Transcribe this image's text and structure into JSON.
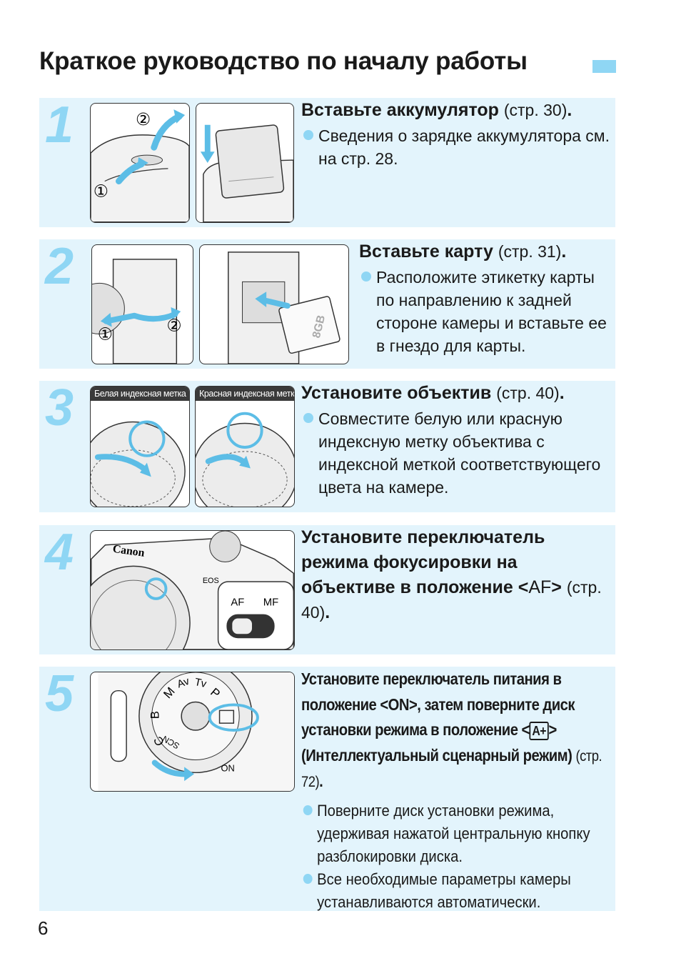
{
  "page": {
    "title": "Краткое руководство по началу работы",
    "number": "6"
  },
  "steps": [
    {
      "number": "1",
      "heading": "Вставьте аккумулятор",
      "ref": "(стр. 30)",
      "bullets": [
        "Сведения о зарядке аккумулятора см. на стр. 28."
      ],
      "photo_labels": [
        "②",
        "①"
      ]
    },
    {
      "number": "2",
      "heading": "Вставьте карту",
      "ref": "(стр. 31)",
      "bullets": [
        "Расположите этикетку карты по направлению к задней стороне камеры и вставьте ее в гнездо для карты."
      ],
      "photo_labels": [
        "①",
        "②",
        "8GB"
      ]
    },
    {
      "number": "3",
      "heading": "Установите объектив",
      "ref": "(стр. 40)",
      "bullets": [
        "Совместите белую или красную индексную метку объектива с индексной меткой соответствующего цвета на камере."
      ],
      "photo_captions": [
        "Белая индексная метка",
        "Красная индексная метка"
      ]
    },
    {
      "number": "4",
      "heading": "Установите переключатель режима фокусировки на объективе в положение <",
      "heading_symbol": "AF",
      "heading_end": ">",
      "ref": "(стр. 40)",
      "photo_labels": [
        "Canon",
        "EOS",
        "AF",
        "MF"
      ]
    },
    {
      "number": "5",
      "heading": "Установите переключатель питания в положение <ON>, затем поверните диск установки режима в положение <",
      "heading_symbol": "A+",
      "heading_end": "> (Интеллектуальный сценарный режим)",
      "ref": "(стр. 72)",
      "bullets": [
        "Поверните диск установки режима, удерживая нажатой центральную кнопку разблокировки диска.",
        "Все необходимые параметры камеры устанавливаются автоматически."
      ],
      "photo_labels": [
        "M",
        "Av",
        "Tv",
        "P",
        "B",
        "C",
        "SCN",
        "ON"
      ]
    }
  ],
  "colors": {
    "accent": "#8fd6f4",
    "panel": "#e3f4fc",
    "text": "#1a1a1a",
    "arrow": "#5cbde6"
  }
}
